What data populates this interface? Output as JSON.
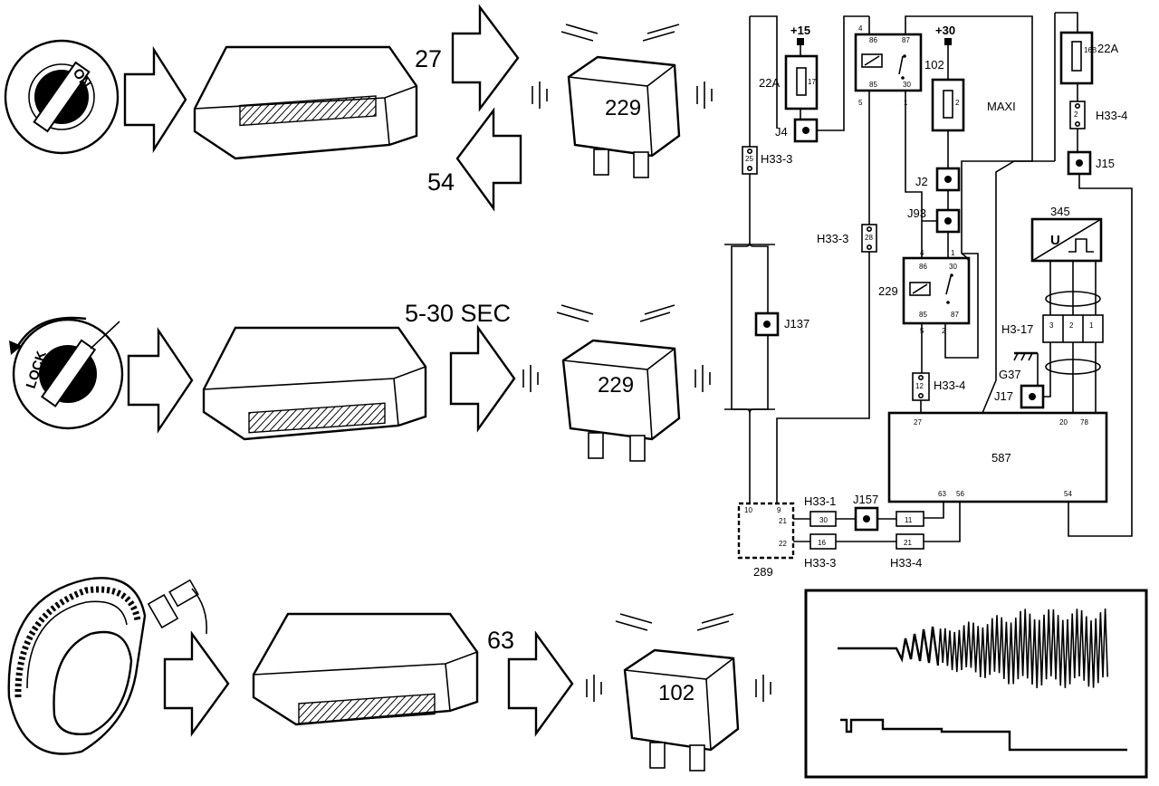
{
  "diagram": {
    "rows": [
      {
        "switch_label": "ON",
        "signal_label": "27",
        "return_label": "54",
        "relay_label": "229"
      },
      {
        "switch_label": "LOCK",
        "signal_label": "5-30 SEC",
        "relay_label": "229"
      },
      {
        "signal_label": "63",
        "relay_label": "102"
      }
    ],
    "schematic": {
      "plus15": "+15",
      "plus30": "+30",
      "fuse_22a_left": "22A",
      "fuse_22a_left_no": "17",
      "fuse_22a_right": "22A",
      "fuse_22a_right_no": "16B",
      "maxi": "MAXI",
      "maxi_no": "2",
      "relay_102": "102",
      "relay_229": "229",
      "relay_102_pins": {
        "p86": "86",
        "p87": "87",
        "p85": "85",
        "p30": "30",
        "t4": "4",
        "t5": "5",
        "t1": "1"
      },
      "relay_229_pins": {
        "p86": "86",
        "p30": "30",
        "p85": "85",
        "p87": "87",
        "t4": "4",
        "t1": "1",
        "t5": "5",
        "t2": "2"
      },
      "j4": "J4",
      "j2": "J2",
      "j93": "J93",
      "j15": "J15",
      "j137": "J137",
      "j17": "J17",
      "j157": "J157",
      "h33_3_a": "H33-3",
      "h33_3_a_pin": "25",
      "h33_3_b": "H33-3",
      "h33_3_b_pin": "28",
      "h33_4_a": "H33-4",
      "h33_4_a_pin": "2",
      "h33_4_b": "H33-4",
      "h33_4_b_pin": "12",
      "h33_1": "H33-1",
      "h33_1_pin": "30",
      "h33_3_c": "H33-3",
      "h33_3_c_pin": "16",
      "h33_4_c": "H33-4",
      "h33_4_c_pin1": "11",
      "h33_4_c_pin2": "21",
      "h3_17": "H3-17",
      "h3_17_pins": [
        "3",
        "2",
        "1"
      ],
      "g37": "G37",
      "sensor_345": "345",
      "sensor_u": "U",
      "ecu_587": "587",
      "ecu_587_pins": {
        "p27": "27",
        "p20": "20",
        "p78": "78",
        "p63": "63",
        "p56": "56",
        "p54": "54"
      },
      "module_289": "289",
      "module_289_pins": {
        "p10": "10",
        "p9": "9",
        "p21": "21",
        "p22": "22"
      }
    }
  }
}
